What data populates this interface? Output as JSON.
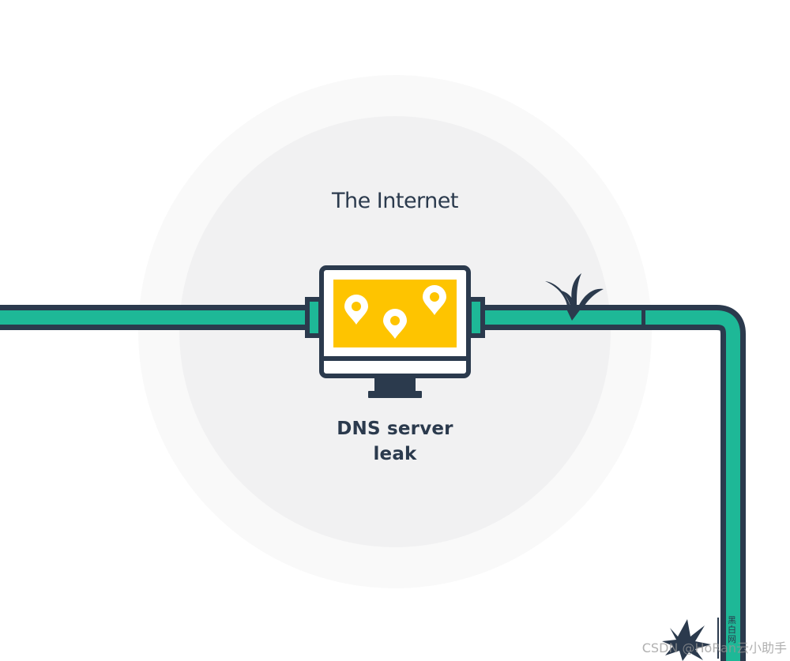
{
  "title": "The Internet",
  "caption": {
    "line1": "DNS server",
    "line2": "leak"
  },
  "watermark": {
    "text": "CSDN @HoRan云小助手",
    "vertical": "黑白网"
  },
  "colors": {
    "background": "#ffffff",
    "outer_circle": "#f9f9f9",
    "inner_circle": "#f1f1f2",
    "pipe_fill": "#1eb897",
    "pipe_outline": "#2b3a4d",
    "screen": "#fec400",
    "pin": "#ffffff",
    "text": "#2b3a4d"
  },
  "icons": [
    "computer-monitor-icon",
    "location-pin-icon",
    "leak-splash-icon",
    "ink-splatter-logo-icon"
  ]
}
